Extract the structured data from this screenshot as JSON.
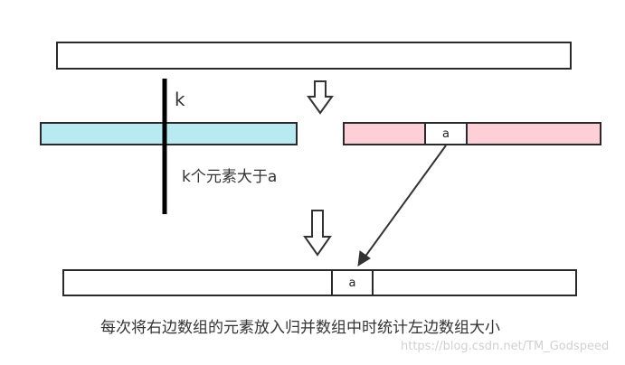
{
  "diagram": {
    "k_label": "k",
    "k_description": "k个元素大于a",
    "pink_cell_label": "a",
    "merged_cell_label": "a",
    "caption": "每次将右边数组的元素放入归并数组中时统计左边数组大小",
    "watermark": "https://blog.csdn.net/TM_Godspeed"
  },
  "colors": {
    "left_array": "#b8ebf1",
    "right_array": "#ffcfd7",
    "stroke": "#2a2a2a"
  }
}
